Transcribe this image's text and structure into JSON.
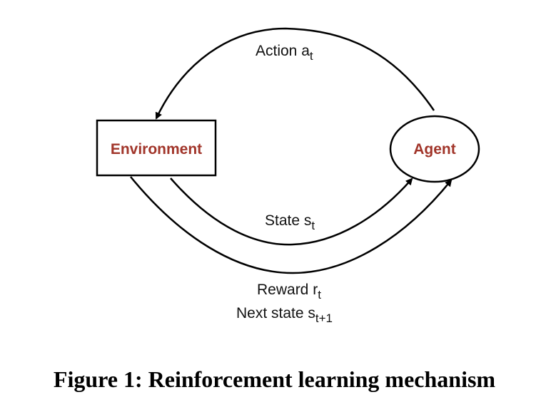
{
  "nodes": {
    "environment": {
      "label": "Environment"
    },
    "agent": {
      "label": "Agent"
    }
  },
  "edges": {
    "action": {
      "label": "Action a",
      "sub": "t"
    },
    "state": {
      "label": "State s",
      "sub": "t"
    },
    "reward": {
      "label": "Reward r",
      "sub": "t"
    },
    "next_state": {
      "label": "Next state s",
      "sub": "t+1"
    }
  },
  "caption": "Figure 1: Reinforcement learning mechanism",
  "colors": {
    "node_text": "#a1352a",
    "stroke": "#000000"
  }
}
